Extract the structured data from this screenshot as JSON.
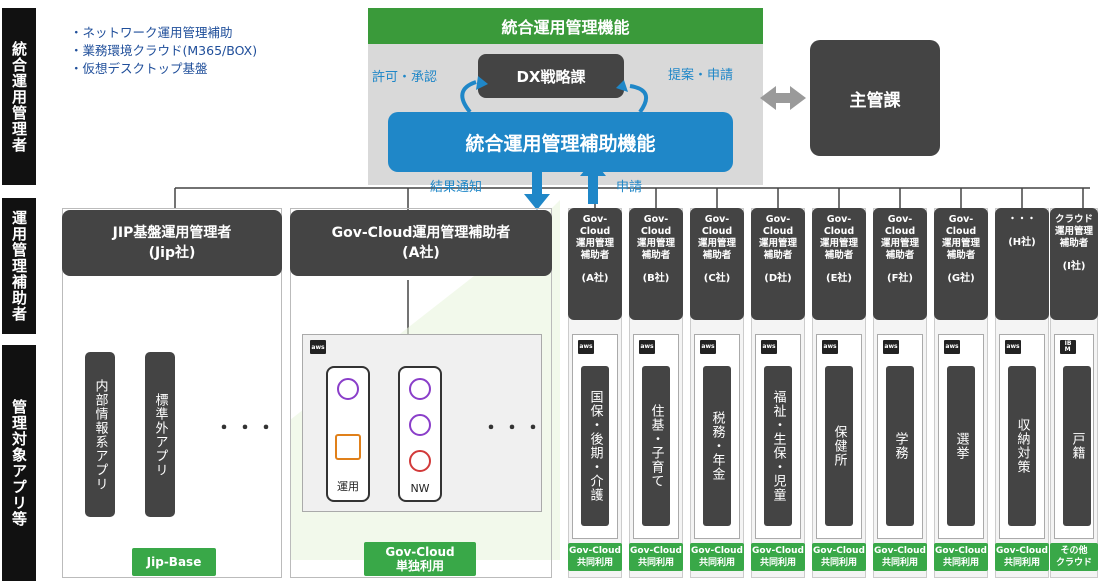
{
  "roles": [
    {
      "label": "統合運用管理者"
    },
    {
      "label": "運用管理補助者"
    },
    {
      "label": "管理対象アプリ等"
    }
  ],
  "notes": [
    "・ネットワーク運用管理補助",
    "・業務環境クラウド(M365/BOX)",
    "・仮想デスクトップ基盤"
  ],
  "governance": {
    "title": "統合運用管理機能",
    "dx": "DX戦略課",
    "aux": "統合運用管理補助機能",
    "permit": "許可・承認",
    "propose": "提案・申請",
    "result": "結果通知",
    "apply": "申請"
  },
  "shukan": "主管課",
  "jip": {
    "head1": "JIP基盤運用管理者",
    "head2": "(Jip社)",
    "apps": [
      "内部情報系アプリ",
      "標準外アプリ"
    ],
    "dots": "・・・",
    "tag": "Jip-Base"
  },
  "gc": {
    "head1": "Gov-Cloud運用管理補助者",
    "head2": "(A社)",
    "aws": "aws",
    "ops_label": "運用",
    "nw_label": "NW",
    "dots": "・・・",
    "tag1": "Gov-Cloud",
    "tag2": "単独利用"
  },
  "columns": [
    {
      "head": "Gov-\nCloud\n運用管理\n補助者",
      "company": "(A社)",
      "logo": "aws",
      "app": "国保・後期・介護",
      "tag1": "Gov-Cloud",
      "tag2": "共同利用"
    },
    {
      "head": "Gov-\nCloud\n運用管理\n補助者",
      "company": "(B社)",
      "logo": "aws",
      "app": "住基・子育て",
      "tag1": "Gov-Cloud",
      "tag2": "共同利用"
    },
    {
      "head": "Gov-\nCloud\n運用管理\n補助者",
      "company": "(C社)",
      "logo": "aws",
      "app": "税務・年金",
      "tag1": "Gov-Cloud",
      "tag2": "共同利用"
    },
    {
      "head": "Gov-\nCloud\n運用管理\n補助者",
      "company": "(D社)",
      "logo": "aws",
      "app": "福祉・生保・児童",
      "tag1": "Gov-Cloud",
      "tag2": "共同利用"
    },
    {
      "head": "Gov-\nCloud\n運用管理\n補助者",
      "company": "(E社)",
      "logo": "aws",
      "app": "保健所",
      "tag1": "Gov-Cloud",
      "tag2": "共同利用"
    },
    {
      "head": "Gov-\nCloud\n運用管理\n補助者",
      "company": "(F社)",
      "logo": "aws",
      "app": "学務",
      "tag1": "Gov-Cloud",
      "tag2": "共同利用"
    },
    {
      "head": "Gov-\nCloud\n運用管理\n補助者",
      "company": "(G社)",
      "logo": "aws",
      "app": "選挙",
      "tag1": "Gov-Cloud",
      "tag2": "共同利用"
    },
    {
      "head": "・・・",
      "company": "(H社)",
      "logo": "aws",
      "app": "収納対策",
      "tag1": "Gov-Cloud",
      "tag2": "共同利用"
    },
    {
      "head": "クラウド\n運用管理\n補助者",
      "company": "(I社)",
      "logo": "IB\nM",
      "app": "戸籍",
      "tag1": "その他",
      "tag2": "クラウド"
    }
  ]
}
